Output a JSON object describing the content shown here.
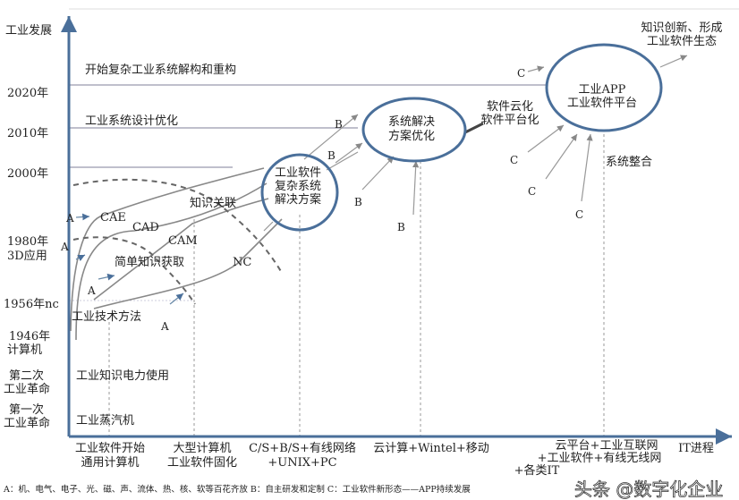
{
  "y_axis": {
    "title": "工业发展",
    "labels": [
      "2020年",
      "2010年",
      "2000年",
      "1980年",
      "3D应用",
      "1956年nc",
      "1946年",
      "计算机",
      "第二次",
      "工业革命",
      "第一次",
      "工业革命"
    ]
  },
  "x_axis": {
    "title": "IT进程",
    "labels": [
      [
        "工业软件开始",
        "通用计算机"
      ],
      [
        "大型计算机",
        "工业软件固化"
      ],
      [
        "C/S+B/S+有线网络",
        "+UNIX+PC"
      ],
      [
        "云计算+Wintel+移动"
      ],
      [
        "云平台+工业互联网",
        "+工业软件+有线无线网",
        "+各类IT"
      ]
    ]
  },
  "levels": [
    "开始复杂工业系统解构和重构",
    "工业系统设计优化",
    "工业知识电力使用",
    "工业蒸汽机",
    "工业技术方法",
    "简单知识获取",
    "知识关联"
  ],
  "tools": [
    "CAE",
    "CAD",
    "CAM",
    "NC"
  ],
  "nodes": {
    "n1": [
      "工业软件",
      "复杂系统",
      "解决方案"
    ],
    "n2": [
      "系统解决",
      "方案优化"
    ],
    "n3": [
      "工业APP",
      "工业软件平台"
    ],
    "n4": [
      "软件云化",
      "软件平台化"
    ],
    "n5": "系统整合",
    "n6": [
      "知识创新、形成",
      "工业软件生态"
    ]
  },
  "markers": {
    "a": "A",
    "b": "B",
    "c": "C"
  },
  "footnote": "A：机、电气、电子、光、磁、声、流体、热、核、软等百花齐放 B：自主研发和定制 C：工业软件新形态——APP持续发展",
  "watermark": "头条 @数字化企业",
  "colors": {
    "axis": "#4a6f9a",
    "circle": "#4a6f9a",
    "line": "#777777"
  }
}
